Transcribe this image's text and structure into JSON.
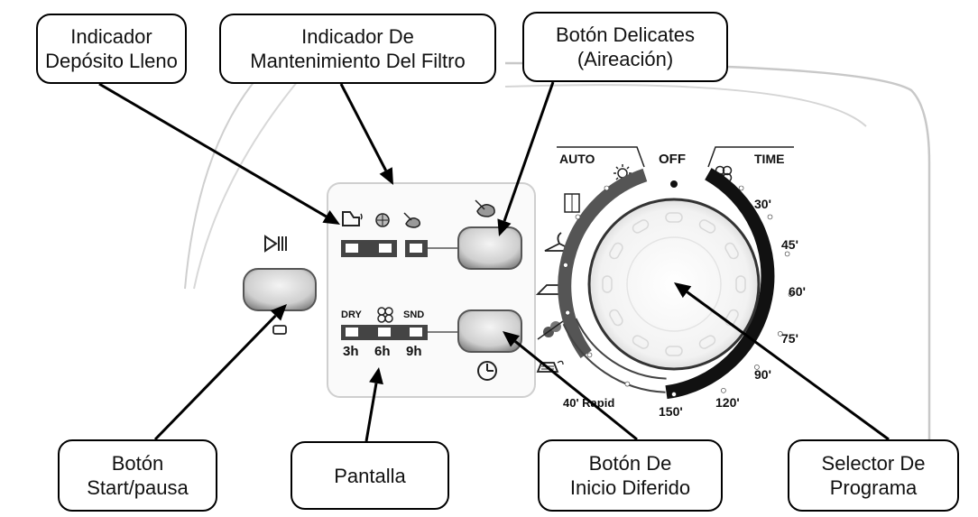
{
  "callouts": {
    "tank_full": [
      "Indicador",
      "Depósito Lleno"
    ],
    "filter": [
      "Indicador De",
      "Mantenimiento Del Filtro"
    ],
    "delicates": [
      "Botón Delicates",
      "(Aireación)"
    ],
    "start": [
      "Botón",
      "Start/pausa"
    ],
    "display": [
      "Pantalla"
    ],
    "delay": [
      "Botón De",
      "Inicio Diferido"
    ],
    "selector": [
      "Selector De",
      "Programa"
    ]
  },
  "panel": {
    "dry": "DRY",
    "snd": "SND",
    "h3": "3h",
    "h6": "6h",
    "h9": "9h"
  },
  "dial": {
    "auto": "AUTO",
    "off": "OFF",
    "time": "TIME",
    "rapid": "40' Rapid",
    "t30": "30'",
    "t45": "45'",
    "t60": "60'",
    "t75": "75'",
    "t90": "90'",
    "t120": "120'",
    "t150": "150'"
  },
  "icons": {
    "play_pause": "play-pause-icon",
    "led": "led-icon",
    "clock": "clock-icon",
    "tank": "tank-icon",
    "filter": "filter-icon",
    "delicates": "delicates-icon",
    "fan": "fan-icon",
    "sun": "sun-icon",
    "cupboard": "cupboard-icon",
    "hanger": "hanger-icon",
    "iron": "iron-icon",
    "wool": "wool-icon",
    "shirt": "shirt-icon"
  },
  "colors": {
    "line": "#000000",
    "grey": "#bdbdbd"
  }
}
